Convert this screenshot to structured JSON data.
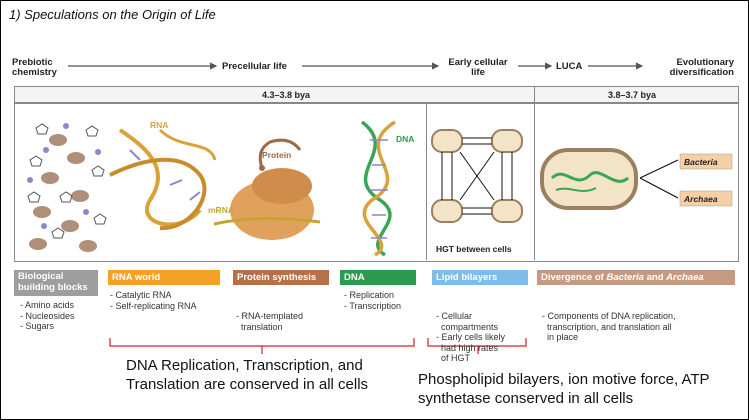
{
  "title": "1)  Speculations on the Origin of Life",
  "timeline": {
    "prebiotic": "Prebiotic chemistry",
    "precellular": "Precellular life",
    "early_cellular": "Early cellular life",
    "luca": "LUCA",
    "evolutionary": "Evolutionary diversification"
  },
  "time_ranges": {
    "left": "4.3–3.8 bya",
    "right": "3.8–3.7 bya"
  },
  "panels": {
    "rna_label": "RNA",
    "protein_label": "Protein",
    "mrna_label": "mRNA",
    "dna_label": "DNA",
    "hgt_label": "HGT between cells",
    "bacteria": "Bacteria",
    "archaea": "Archaea"
  },
  "categories": [
    {
      "header": "Biological building blocks",
      "items": [
        "- Amino acids",
        "- Nucleosides",
        "- Sugars"
      ],
      "color": "#9e9e9e"
    },
    {
      "header": "RNA world",
      "items": [
        "- Catalytic RNA",
        "- Self-replicating RNA"
      ],
      "color": "#f4a227"
    },
    {
      "header": "Protein synthesis",
      "items": [
        "- RNA-templated",
        "  translation"
      ],
      "color": "#b5724a"
    },
    {
      "header": "DNA",
      "items": [
        "- Replication",
        "- Transcription"
      ],
      "color": "#2e9a4f"
    },
    {
      "header": "Lipid bilayers",
      "items": [
        "- Cellular",
        "  compartments",
        "- Early cells likely",
        "  had high rates",
        "  of HGT"
      ],
      "color": "#7fbde8"
    },
    {
      "header_prefix": "Divergence of ",
      "header_bac": "Bacteria",
      "header_and": " and ",
      "header_arc": "Archaea",
      "items": [
        "- Components of DNA replication,",
        "  transcription, and translation all",
        "  in place"
      ],
      "color": "#c69a80"
    }
  ],
  "captions": {
    "left": "DNA Replication, Transcription, and Translation are conserved in all cells",
    "right": "Phospholipid bilayers, ion motive force, ATP synthetase conserved in all cells"
  },
  "colors": {
    "bracket": "#d0202a"
  }
}
